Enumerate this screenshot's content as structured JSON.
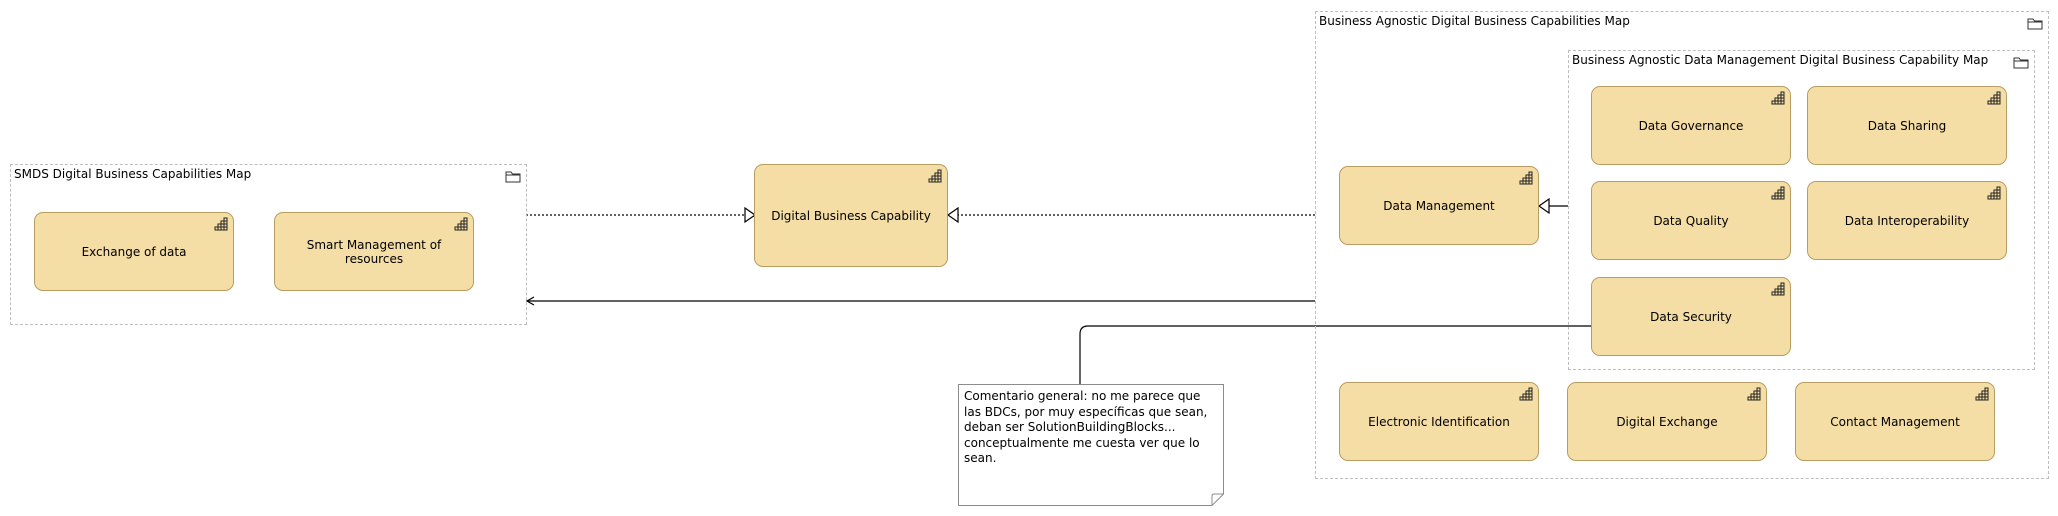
{
  "groups": {
    "smds": {
      "title": "SMDS Digital Business Capabilities Map",
      "icon": "folder-icon"
    },
    "agnostic": {
      "title": "Business Agnostic Digital Business Capabilities Map",
      "icon": "folder-icon"
    },
    "data_mgmt": {
      "title": "Business Agnostic Data Management Digital Business Capability Map",
      "icon": "folder-icon"
    }
  },
  "capabilities": {
    "exchange_of_data": "Exchange of data",
    "smart_management": "Smart Management of resources",
    "digital_business_capability": "Digital Business Capability",
    "data_management": "Data Management",
    "data_governance": "Data Governance",
    "data_sharing": "Data Sharing",
    "data_quality": "Data Quality",
    "data_interoperability": "Data Interoperability",
    "data_security": "Data Security",
    "electronic_identification": "Electronic Identification",
    "digital_exchange": "Digital Exchange",
    "contact_management": "Contact Management"
  },
  "capability_icon": "capability-icon",
  "note": {
    "text": "Comentario general: no me parece que las BDCs, por muy específicas que sean, deban ser SolutionBuildingBlocks... conceptualmente me cuesta ver que lo sean."
  },
  "colors": {
    "capability_fill": "#f5dea6",
    "capability_border": "#b89d62",
    "group_border": "#bdbdbd",
    "connector": "#000000"
  }
}
